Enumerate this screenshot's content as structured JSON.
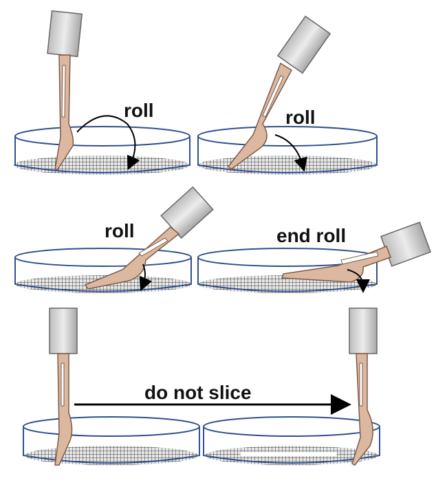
{
  "labels": {
    "roll_1": "roll",
    "roll_2": "roll",
    "roll_3": "roll",
    "end_roll": "end roll",
    "do_not_slice": "do not slice"
  },
  "colors": {
    "dish_rim": "#2f4f8f",
    "blade": "#dcb8a0",
    "blade_outline": "#7a5a48",
    "handle_metal": "#c9c9c9",
    "tissue_grid": "#3a3a3a",
    "arrow": "#000000"
  },
  "icons": {
    "scalpel": "scalpel-icon",
    "dish": "petri-dish-icon",
    "tissue": "tissue-mesh-icon",
    "arrow": "curved-arrow-icon"
  }
}
